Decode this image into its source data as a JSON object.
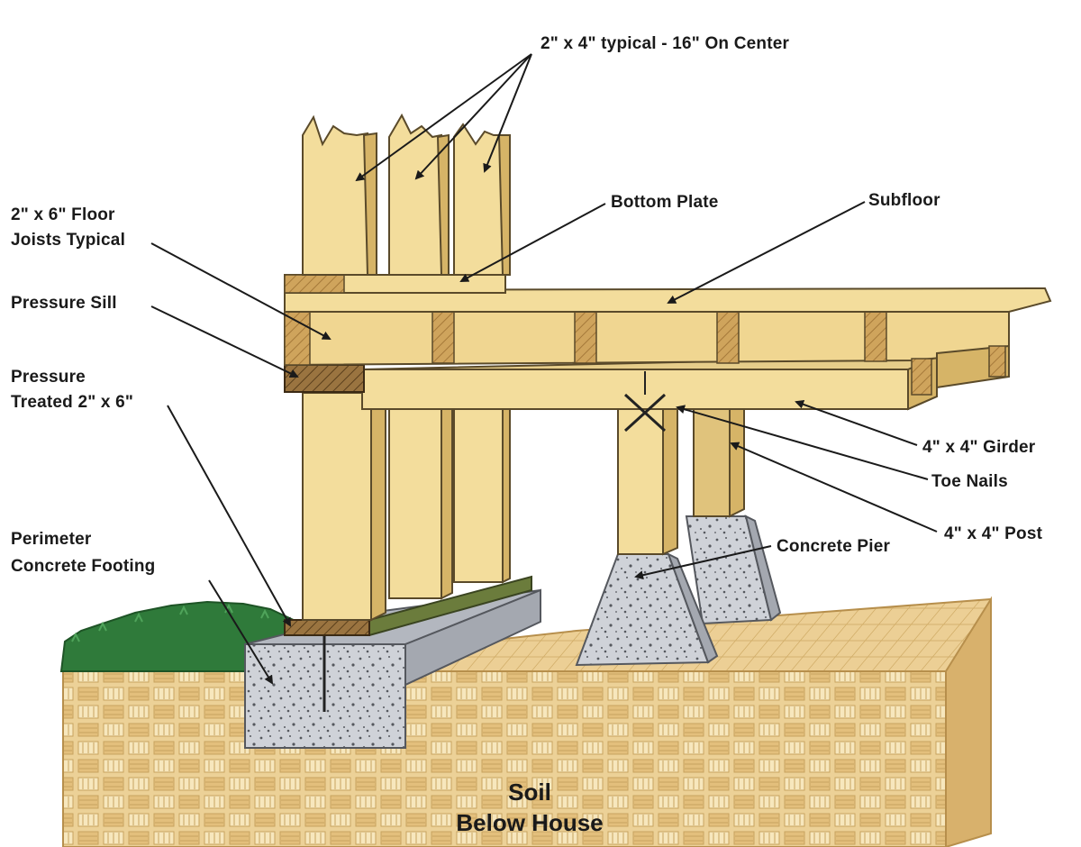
{
  "labels": {
    "studs": "2\" x 4\" typical - 16\" On Center",
    "joists_line1": "2\" x 6\" Floor",
    "joists_line2": "Joists Typical",
    "bottom_plate": "Bottom Plate",
    "subfloor": "Subfloor",
    "pressure_sill": "Pressure Sill",
    "treated_line1": "Pressure",
    "treated_line2": "Treated 2\" x 6\"",
    "girder": "4\" x 4\" Girder",
    "toe_nails": "Toe Nails",
    "post": "4\" x 4\" Post",
    "pier": "Concrete Pier",
    "footing_line1": "Perimeter",
    "footing_line2": "Concrete Footing",
    "soil_line1": "Soil",
    "soil_line2": "Below House"
  },
  "colors": {
    "lumber": "#f3dd9c",
    "treated_lumber": "#8a6a3a",
    "concrete": "#c9ccd2",
    "soil": "#e9cc8f",
    "grass": "#2f7a3a"
  }
}
